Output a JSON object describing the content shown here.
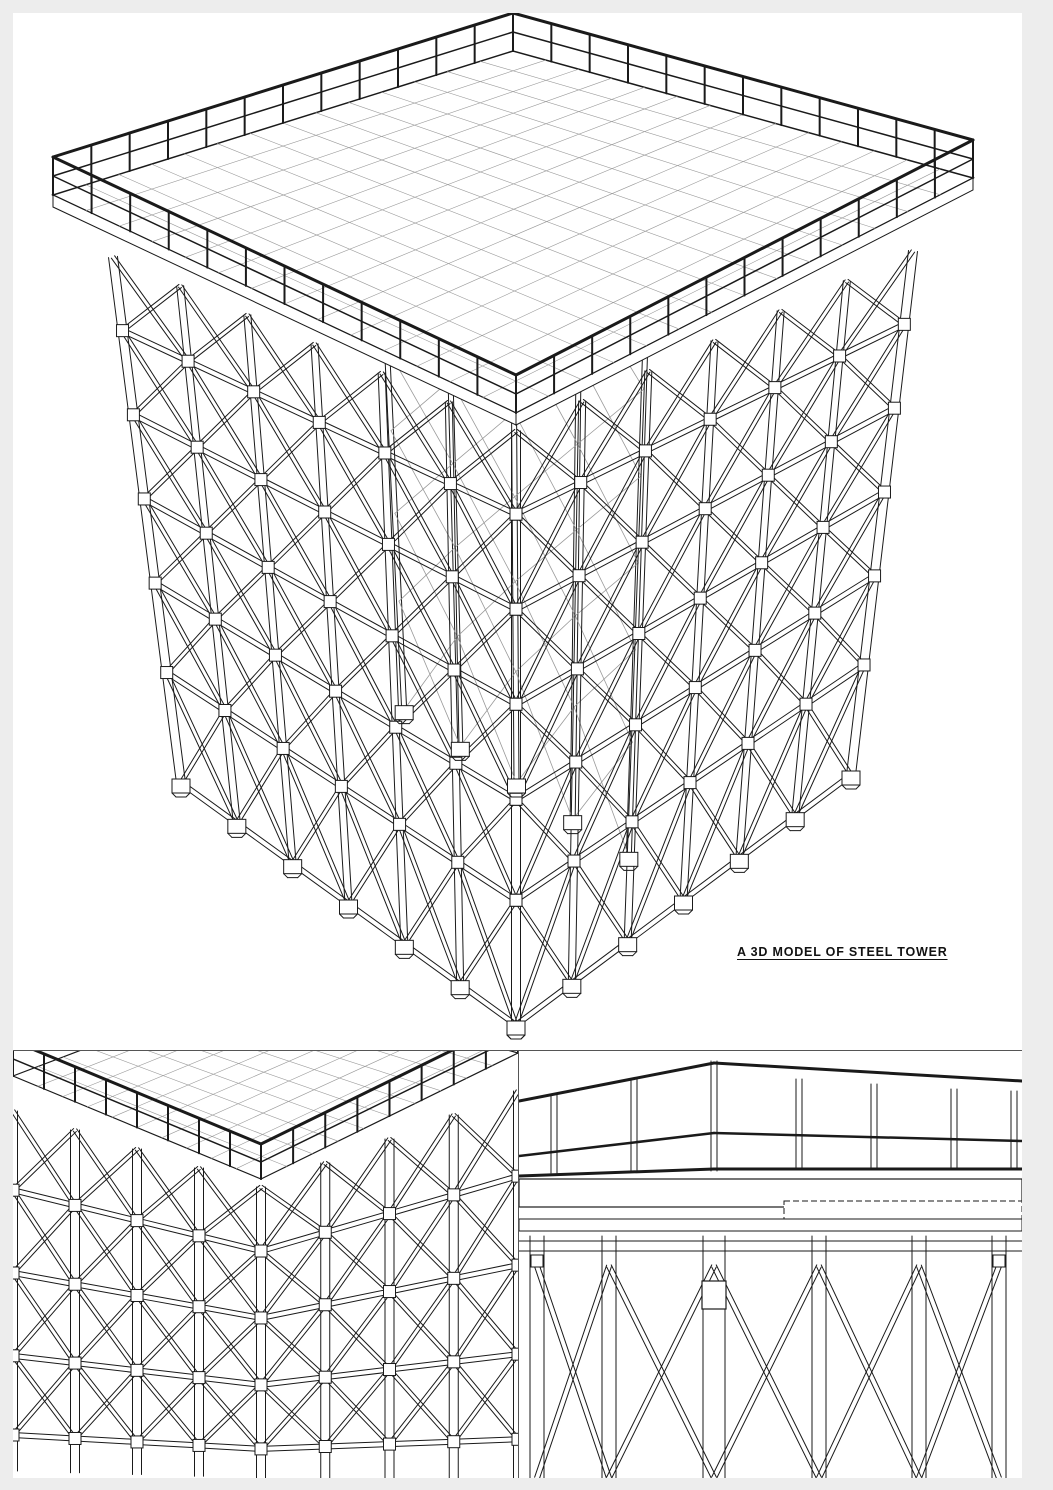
{
  "drawing": {
    "caption": "A 3D MODEL OF STEEL TOWER",
    "line_color": "#1a1a1a",
    "grid_color": "#9a9a9a",
    "background_color": "#ffffff",
    "page_color": "#ededed"
  },
  "views": [
    {
      "name": "isometric-overview"
    },
    {
      "name": "corner-detail-view"
    },
    {
      "name": "handrail-close-up-view"
    }
  ]
}
